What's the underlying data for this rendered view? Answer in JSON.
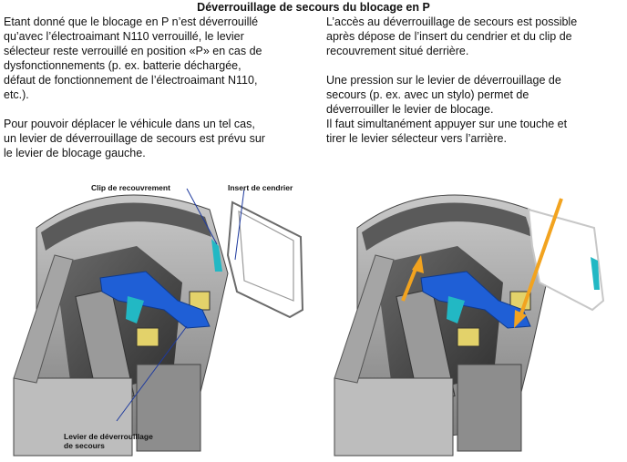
{
  "page": {
    "title": "Déverrouillage de secours du blocage en P"
  },
  "text": {
    "left_p1": "Etant donné que le blocage en P n’est déverrouillé\nqu’avec l’électroaimant N110 verrouillé, le levier\nsélecteur reste verrouillé en position «P» en cas de\ndysfonctionnements (p. ex. batterie déchargée,\ndéfaut de fonctionnement de l’électroaimant N110,\netc.).",
    "left_p2": "Pour pouvoir déplacer le véhicule dans un tel cas,\nun levier de déverrouillage de secours est prévu sur\nle levier de blocage gauche.",
    "right_p1": "L’accès au déverrouillage de secours est possible\naprès dépose de l’insert du cendrier et du clip de\nrecouvrement situé derrière.",
    "right_p2": "Une pression sur le levier de déverrouillage de\nsecours (p. ex. avec un stylo) permet de\ndéverrouiller le levier de blocage.\nIl faut simultanément appuyer sur une touche et\ntirer le levier sélecteur vers l’arrière."
  },
  "labels": {
    "clip": "Clip de recouvrement",
    "insert": "Insert de cendrier",
    "lever": "Levier de déverrouillage\nde secours"
  },
  "colors": {
    "accent_blue": "#1f5fd6",
    "cyan": "#22b8c4",
    "arrow_orange": "#f2a31f",
    "leader_blue": "#1e3a9e"
  }
}
